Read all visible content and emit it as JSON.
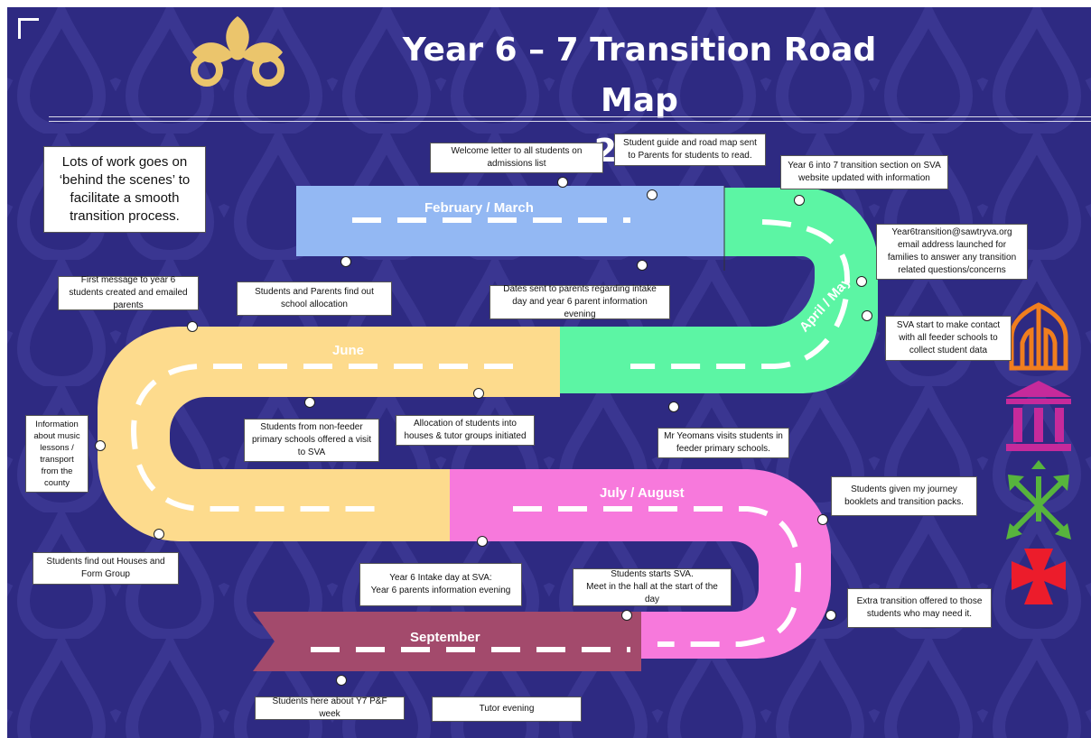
{
  "title": {
    "line1": "Year 6 – 7 Transition Road Map",
    "line2": "2025"
  },
  "intro": "Lots of work goes on ‘behind the scenes’ to facilitate a smooth transition process.",
  "segments": {
    "feb_march": "February / March",
    "april_may": "April / May",
    "june": "June",
    "july_august": "July / August",
    "september": "September"
  },
  "notes": {
    "welcome": "Welcome letter to all students on admissions list",
    "guide": "Student guide and road map sent to Parents for students to read.",
    "website": "Year 6 into 7 transition section on SVA website updated with information",
    "email": "Year6transition@sawtryva.org email address launched for families to answer any transition related questions/concerns",
    "first_message": "First message to year 6 students created and emailed parents",
    "allocation": "Students and Parents find out school allocation",
    "dates": "Dates sent to parents regarding intake day and year 6 parent information evening",
    "feeder_contact": "SVA start to make contact with all feeder schools to collect student data",
    "music": "Information about music lessons / transport from the county",
    "non_feeder": "Students from non-feeder primary schools offered a visit to SVA",
    "houses": "Allocation of students into houses & tutor groups initiated",
    "yeomans": "Mr Yeomans visits students in feeder primary schools.",
    "journey": "Students given my journey booklets and transition packs.",
    "find_houses": "Students find out Houses and Form Group",
    "intake": "Year 6 Intake day at SVA:\nYear 6 parents information evening",
    "starts": "Students starts SVA.\nMeet in the hall at the start of the day",
    "extra": "Extra transition offered to those students who may need it.",
    "pf_week": "Students here about Y7 P&F week",
    "tutor": "Tutor evening"
  },
  "colors": {
    "background": "#2e2a82",
    "feb_march": "#93b8f3",
    "april_may": "#5cf5a4",
    "june": "#fddb8d",
    "july_august": "#f779dc",
    "september": "#a34a6c",
    "logo": "#ebc56c",
    "icon_window": "#f07e1e",
    "icon_building": "#c62a9b",
    "icon_arrows": "#57b43d",
    "icon_cross": "#ec1c2b"
  },
  "icons": [
    "logo-quatrefoil",
    "gothic-window-icon",
    "columns-building-icon",
    "arrows-cross-icon",
    "cross-pattee-icon"
  ]
}
